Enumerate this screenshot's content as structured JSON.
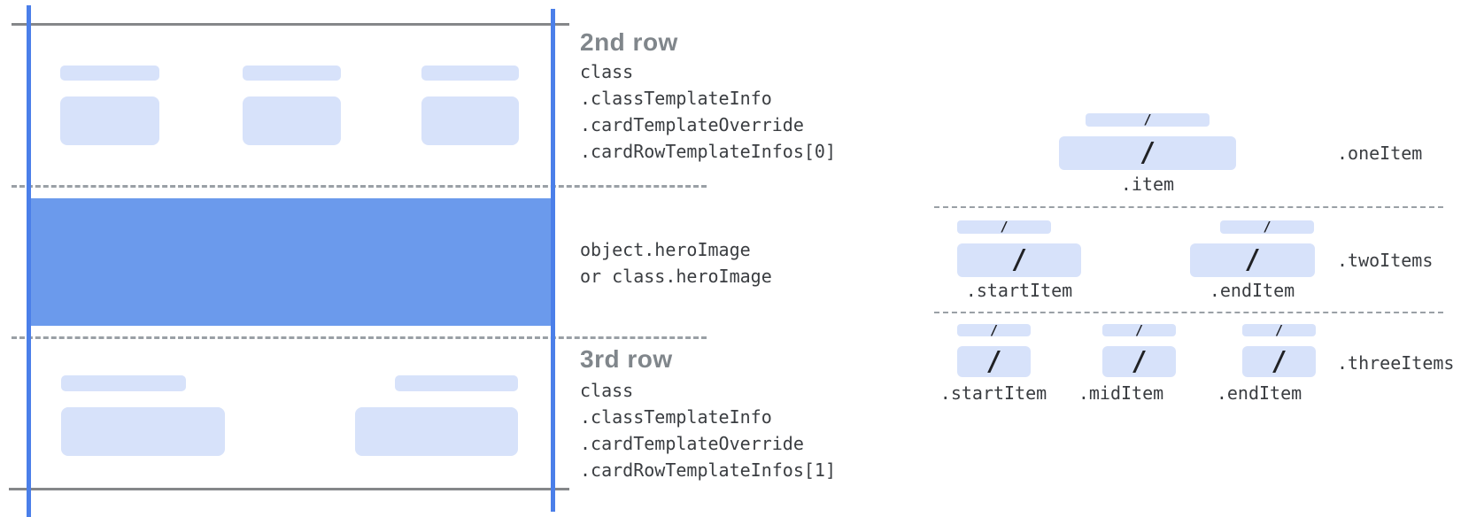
{
  "glyphs": {
    "slash": "/"
  },
  "colors": {
    "guide_blue": "#4b7fe9",
    "hero_blue": "#6b9aec",
    "placeholder_blue": "#d7e2fa",
    "heading_gray": "#80868b",
    "code_text": "#3a3d41",
    "solid_line_gray": "#85878a",
    "dashed_line_gray": "#9aa0a6",
    "slash_black": "#202124"
  },
  "left_card": {
    "row2_title": "2nd row",
    "row2_lines": [
      "class",
      ".classTemplateInfo",
      ".cardTemplateOverride",
      ".cardRowTemplateInfos[0]"
    ],
    "hero_lines": [
      "object.heroImage",
      "or class.heroImage"
    ],
    "row3_title": "3rd row",
    "row3_lines": [
      "class",
      ".classTemplateInfo",
      ".cardTemplateOverride",
      ".cardRowTemplateInfos[1]"
    ]
  },
  "right_panel": {
    "one_item": {
      "group_label": ".oneItem",
      "item_labels": [
        ".item"
      ]
    },
    "two_items": {
      "group_label": ".twoItems",
      "item_labels": [
        ".startItem",
        ".endItem"
      ]
    },
    "three_items": {
      "group_label": ".threeItems",
      "item_labels": [
        ".startItem",
        ".midItem",
        ".endItem"
      ]
    }
  }
}
